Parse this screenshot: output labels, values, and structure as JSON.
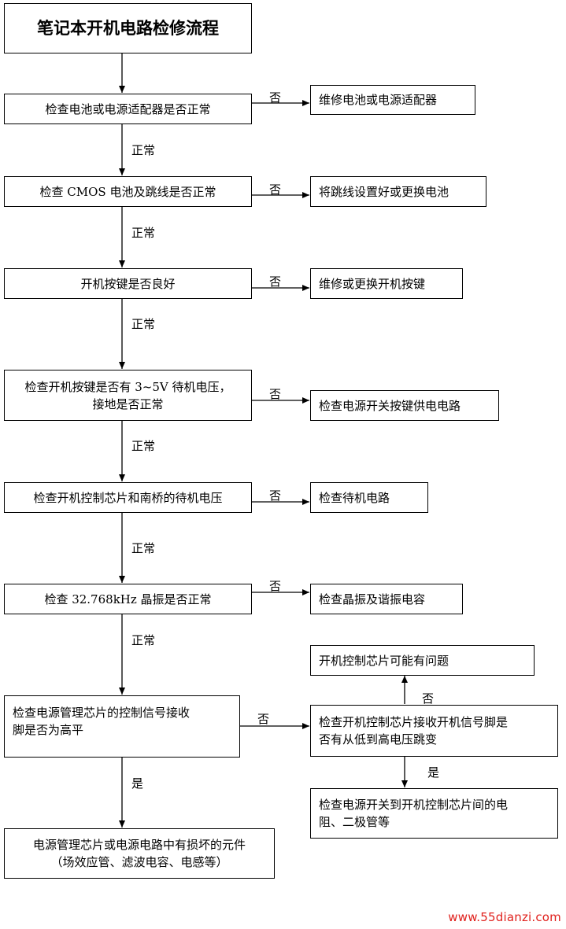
{
  "title": "笔记本开机电路检修流程",
  "steps": [
    {
      "check": "检查电池或电源适配器是否正常",
      "fail_action": "维修电池或电源适配器"
    },
    {
      "check": "检查 CMOS 电池及跳线是否正常",
      "fail_action": "将跳线设置好或更换电池"
    },
    {
      "check": "开机按键是否良好",
      "fail_action": "维修或更换开机按键"
    },
    {
      "check": "检查开机按键是否有 3~5V 待机电压，\n接地是否正常",
      "fail_action": "检查电源开关按键供电电路"
    },
    {
      "check": "检查开机控制芯片和南桥的待机电压",
      "fail_action": "检查待机电路"
    },
    {
      "check": "检查 32.768kHz 晶振是否正常",
      "fail_action": "检查晶振及谐振电容"
    },
    {
      "check": "检查电源管理芯片的控制信号接收\n脚是否为高平"
    }
  ],
  "branch": {
    "check": "检查开机控制芯片接收开机信号脚是\n否有从低到高电压跳变",
    "no_result": "开机控制芯片可能有问题",
    "yes_result": "检查电源开关到开机控制芯片间的电\n阻、二极管等"
  },
  "final": "电源管理芯片或电源电路中有损坏的元件\n（场效应管、滤波电容、电感等）",
  "labels": {
    "yes": "是",
    "no": "否",
    "normal": "正常"
  },
  "watermark": "www.55dianzi.com",
  "colors": {
    "line": "#000000",
    "watermark": "#e0201c"
  }
}
